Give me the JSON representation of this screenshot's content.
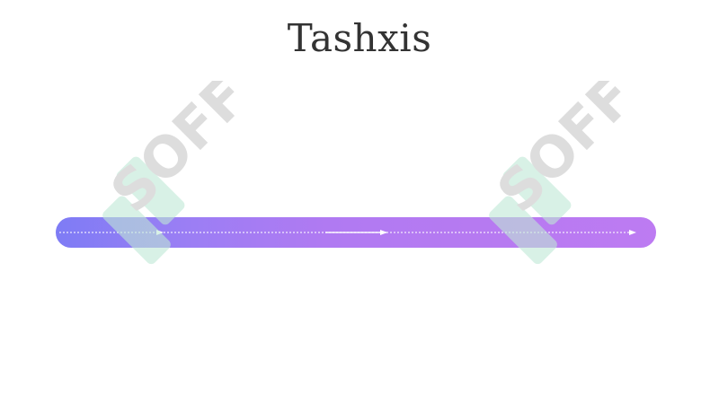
{
  "page": {
    "title": "Tashxis"
  },
  "watermark": {
    "text": "SOFF",
    "icon": "soff-logo-icon",
    "text_color": "#c8c8c8",
    "logo_color": "#bfe9d6"
  },
  "progress": {
    "accent_start": "#7e7cf5",
    "accent_end": "#bd7bf2",
    "arrow_markers": 3
  }
}
